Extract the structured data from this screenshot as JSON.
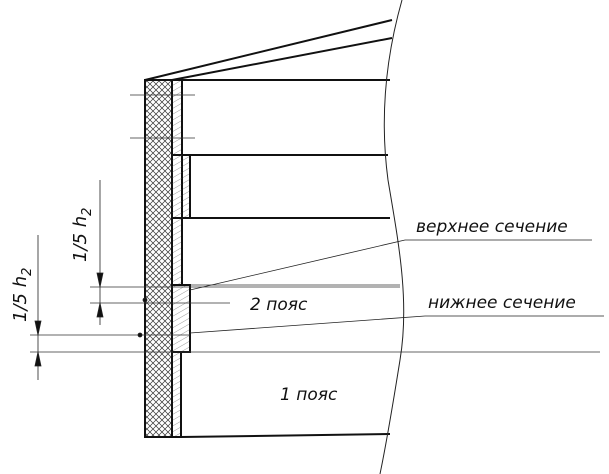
{
  "labels": {
    "upper_section": "верхнее сечение",
    "lower_section": "нижнее сечение",
    "belt_2": "2 пояс",
    "belt_1": "1 пояс"
  },
  "dimensions": {
    "upper_dim": {
      "base": "1/5 h",
      "sub": "2"
    },
    "lower_dim": {
      "base": "1/5 h",
      "sub": "2"
    }
  }
}
